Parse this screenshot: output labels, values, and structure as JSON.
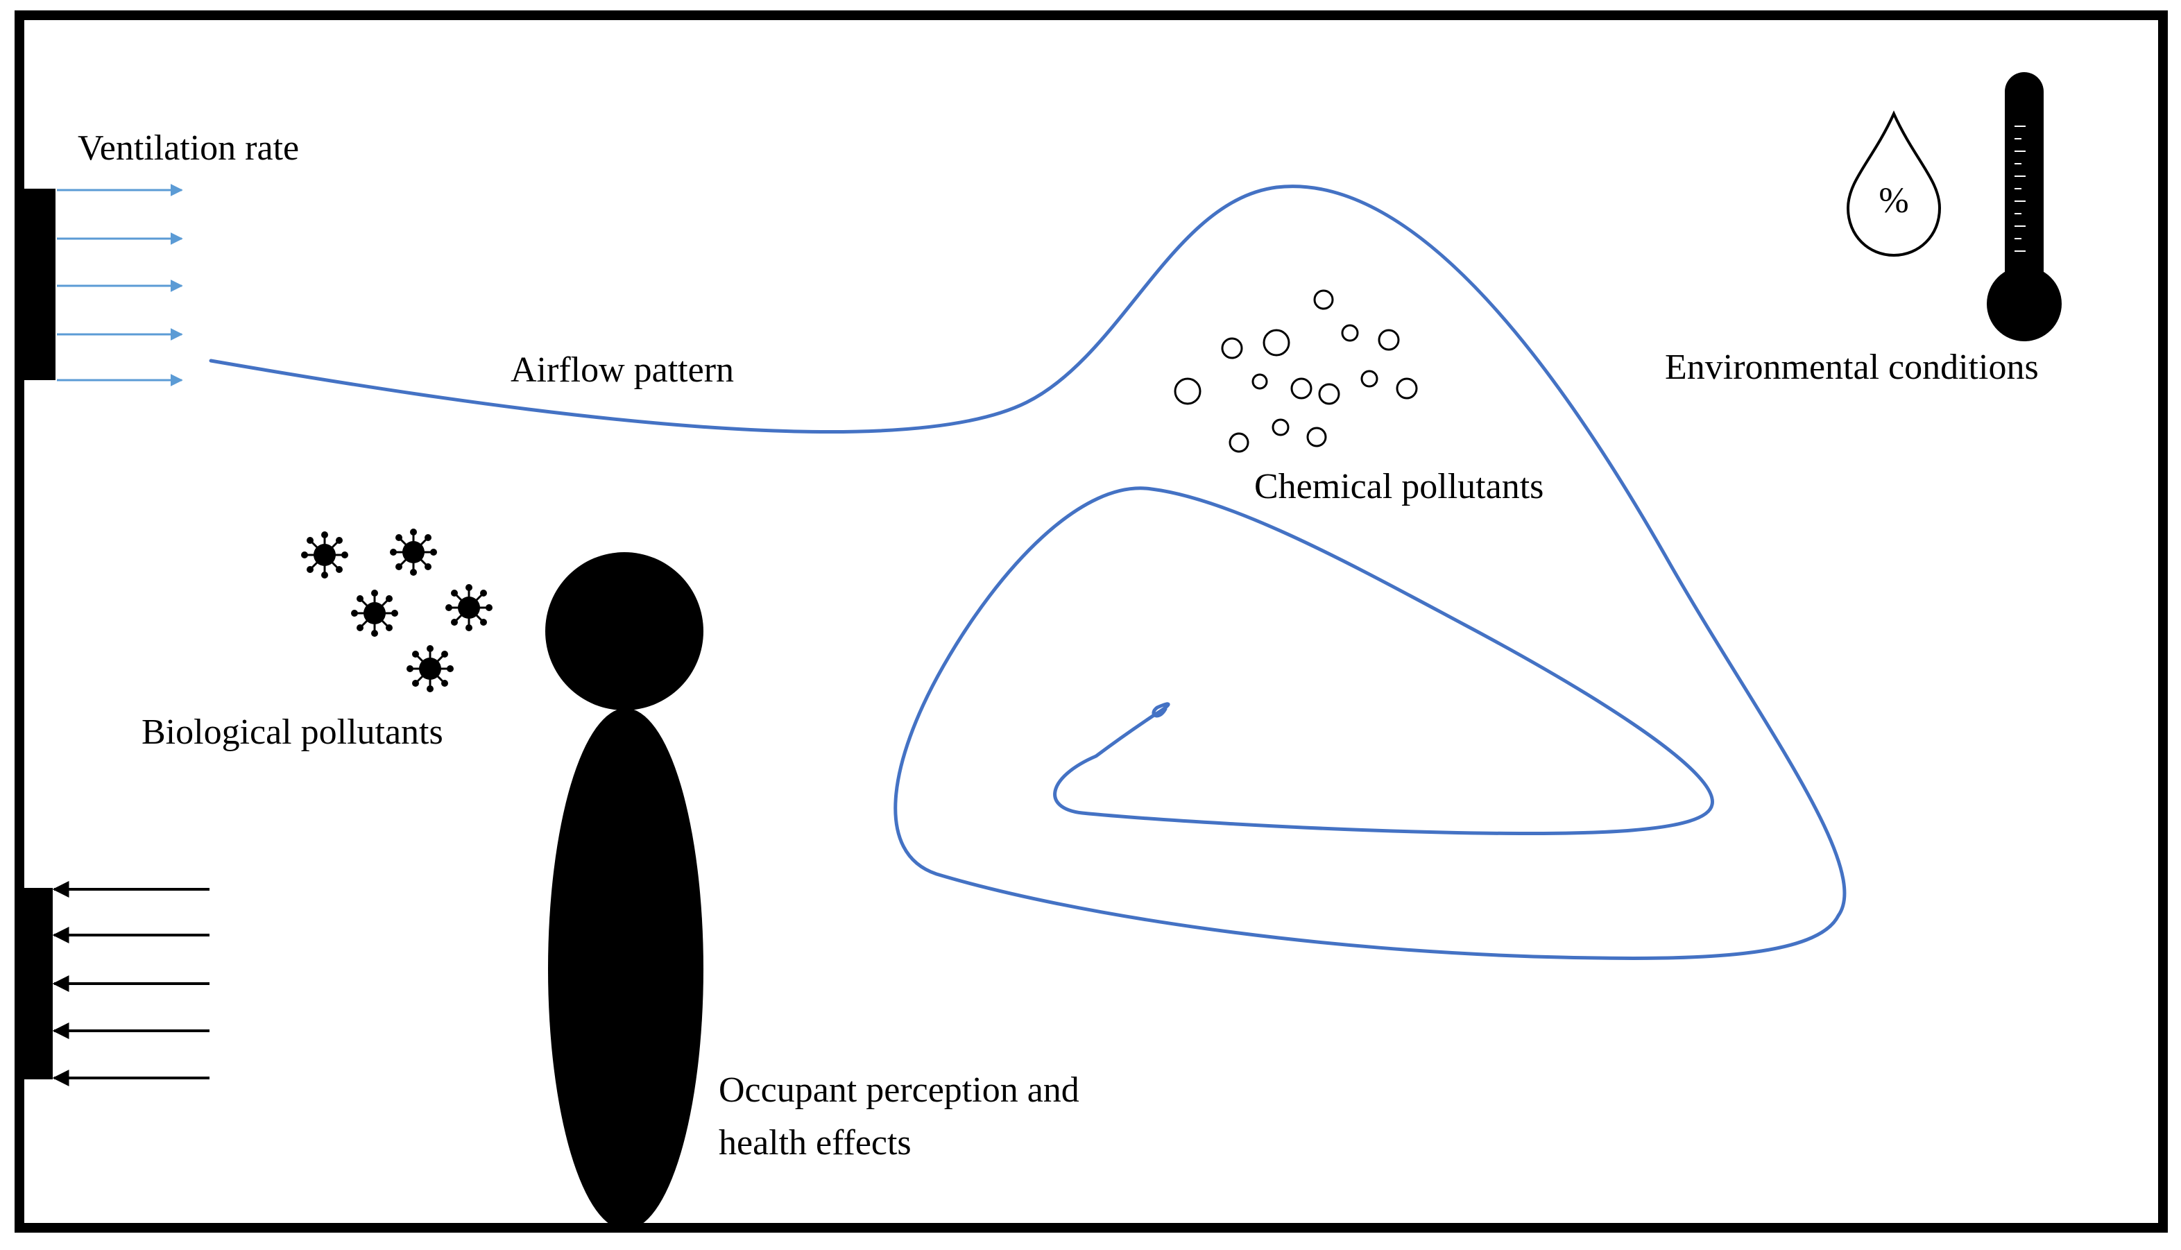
{
  "labels": {
    "ventilation_rate": "Ventilation rate",
    "airflow_pattern": "Airflow pattern",
    "chemical_pollutants": "Chemical pollutants",
    "environmental_conditions": "Environmental conditions",
    "biological_pollutants": "Biological pollutants",
    "occupant_line1": "Occupant perception and",
    "occupant_line2": "health effects",
    "humidity_symbol": "%"
  },
  "icons": {
    "inlet_vent": "air-inlet-vent-icon",
    "outlet_vent": "air-outlet-vent-icon",
    "humidity": "humidity-drop-icon",
    "temperature": "thermometer-icon",
    "occupant": "person-silhouette-icon",
    "bacteria": "bacteria-icon",
    "particle": "chemical-particle-icon"
  },
  "colors": {
    "frame": "#000000",
    "airflow": "#4472c4",
    "inlet_arrow": "#5b9bd5",
    "outlet_arrow": "#000000"
  }
}
